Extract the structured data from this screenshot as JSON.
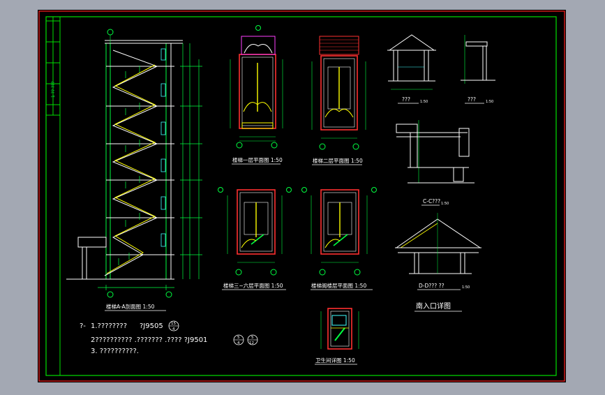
{
  "colors": {
    "canvas_bg": "#a3a8b3",
    "sheet_bg": "#000000",
    "outer_frame": "#ff2020",
    "inner_frame": "#00e000",
    "line_green": "#00ff40",
    "line_yellow": "#ffff00",
    "line_red": "#ff3030",
    "line_white": "#ffffff",
    "line_cyan": "#40ffff",
    "line_magenta": "#ff40ff"
  },
  "title_block": {
    "side_text": "1  ??  ???"
  },
  "views": {
    "section": {
      "label": "楼梯A-A剖面图 1:50"
    },
    "floor1": {
      "label": "楼梯一层平面图 1:50"
    },
    "floor2": {
      "label": "楼梯二层平面图 1:50"
    },
    "floor3_6": {
      "label": "楼梯三~六层平面图 1:50"
    },
    "attic": {
      "label": "楼梯阁楼层平面图 1:50"
    },
    "toilet": {
      "label": "卫生间详图 1:50"
    },
    "detail_a": {
      "label": "???",
      "scale": "1:50"
    },
    "detail_b": {
      "label": "???",
      "scale": "1:50"
    },
    "section_cc": {
      "label": "C-C???",
      "scale": "1:50"
    },
    "section_dd": {
      "label": "D-D???  ??",
      "scale": "1:50"
    },
    "south_entrance": {
      "label": "南入口详图"
    }
  },
  "notes": {
    "prefix": "?-",
    "line1_text": "1.????????",
    "line1_ref": "?J9505",
    "line1_sym_top": "15",
    "line1_sym_bottom": "4",
    "line2_text": "2??????????   .???????   .????   ?J9501",
    "line2_sym1_top": "5",
    "line2_sym1_bottom": "4",
    "line2_sym2_top": "5",
    "line2_sym2_bottom": "12",
    "line3_text": "3. ??????????."
  }
}
